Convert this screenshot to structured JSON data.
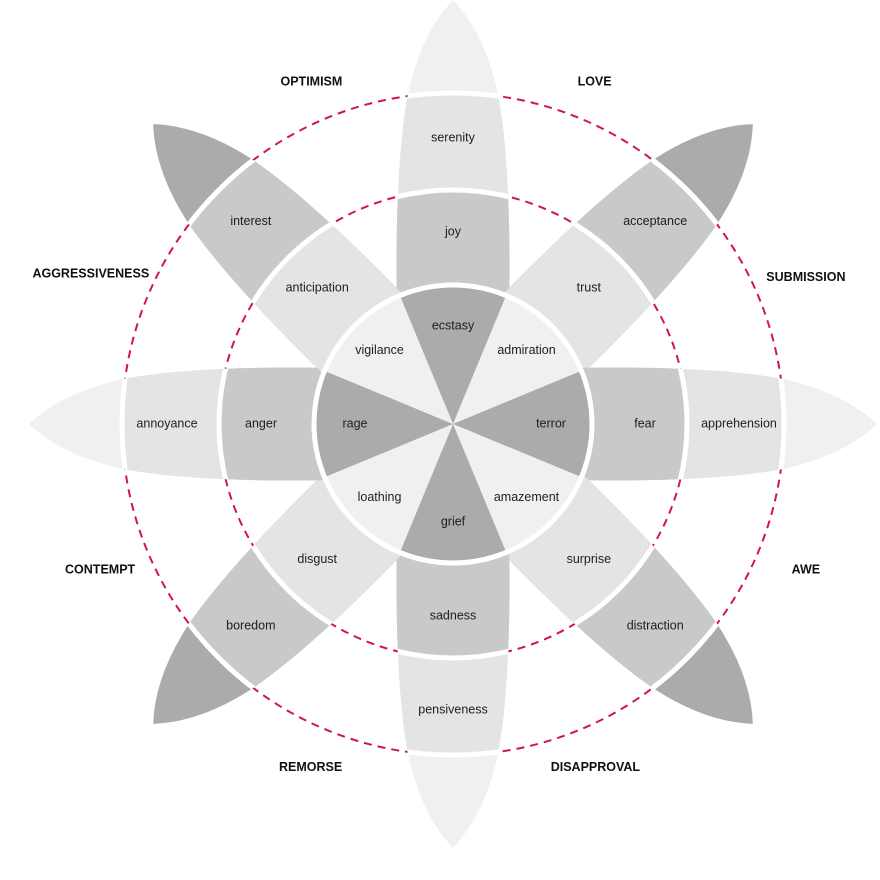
{
  "petals": [
    {
      "inner": "ecstasy",
      "mid": "joy",
      "outer": "serenity"
    },
    {
      "inner": "admiration",
      "mid": "trust",
      "outer": "acceptance"
    },
    {
      "inner": "terror",
      "mid": "fear",
      "outer": "apprehension"
    },
    {
      "inner": "amazement",
      "mid": "surprise",
      "outer": "distraction"
    },
    {
      "inner": "grief",
      "mid": "sadness",
      "outer": "pensiveness"
    },
    {
      "inner": "loathing",
      "mid": "disgust",
      "outer": "boredom"
    },
    {
      "inner": "rage",
      "mid": "anger",
      "outer": "annoyance"
    },
    {
      "inner": "vigilance",
      "mid": "anticipation",
      "outer": "interest"
    }
  ],
  "dyads": [
    "LOVE",
    "SUBMISSION",
    "AWE",
    "DISAPPROVAL",
    "REMORSE",
    "CONTEMPT",
    "AGGRESSIVENESS",
    "OPTIMISM"
  ],
  "colors": {
    "dark": "#ababab",
    "medium": "#c9c9c9",
    "light": "#e4e4e4",
    "lightest": "#f0f0f0",
    "dashed_ring": "#d0164a"
  }
}
